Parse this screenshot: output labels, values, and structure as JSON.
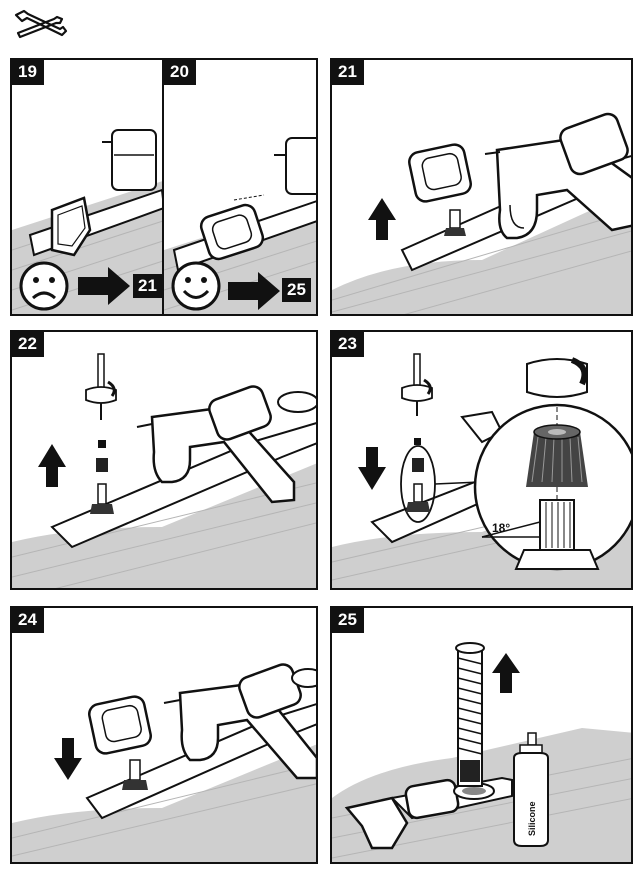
{
  "header": {
    "tool_icon": "wrench-screwdriver-icon"
  },
  "steps": [
    {
      "number": "19",
      "result_icon": "sad-face-icon",
      "goto": "21"
    },
    {
      "number": "20",
      "result_icon": "happy-face-icon",
      "goto": "25"
    },
    {
      "number": "21"
    },
    {
      "number": "22"
    },
    {
      "number": "23",
      "angle_label": "18°"
    },
    {
      "number": "24"
    },
    {
      "number": "25",
      "bottle_label": "Silicone"
    }
  ]
}
